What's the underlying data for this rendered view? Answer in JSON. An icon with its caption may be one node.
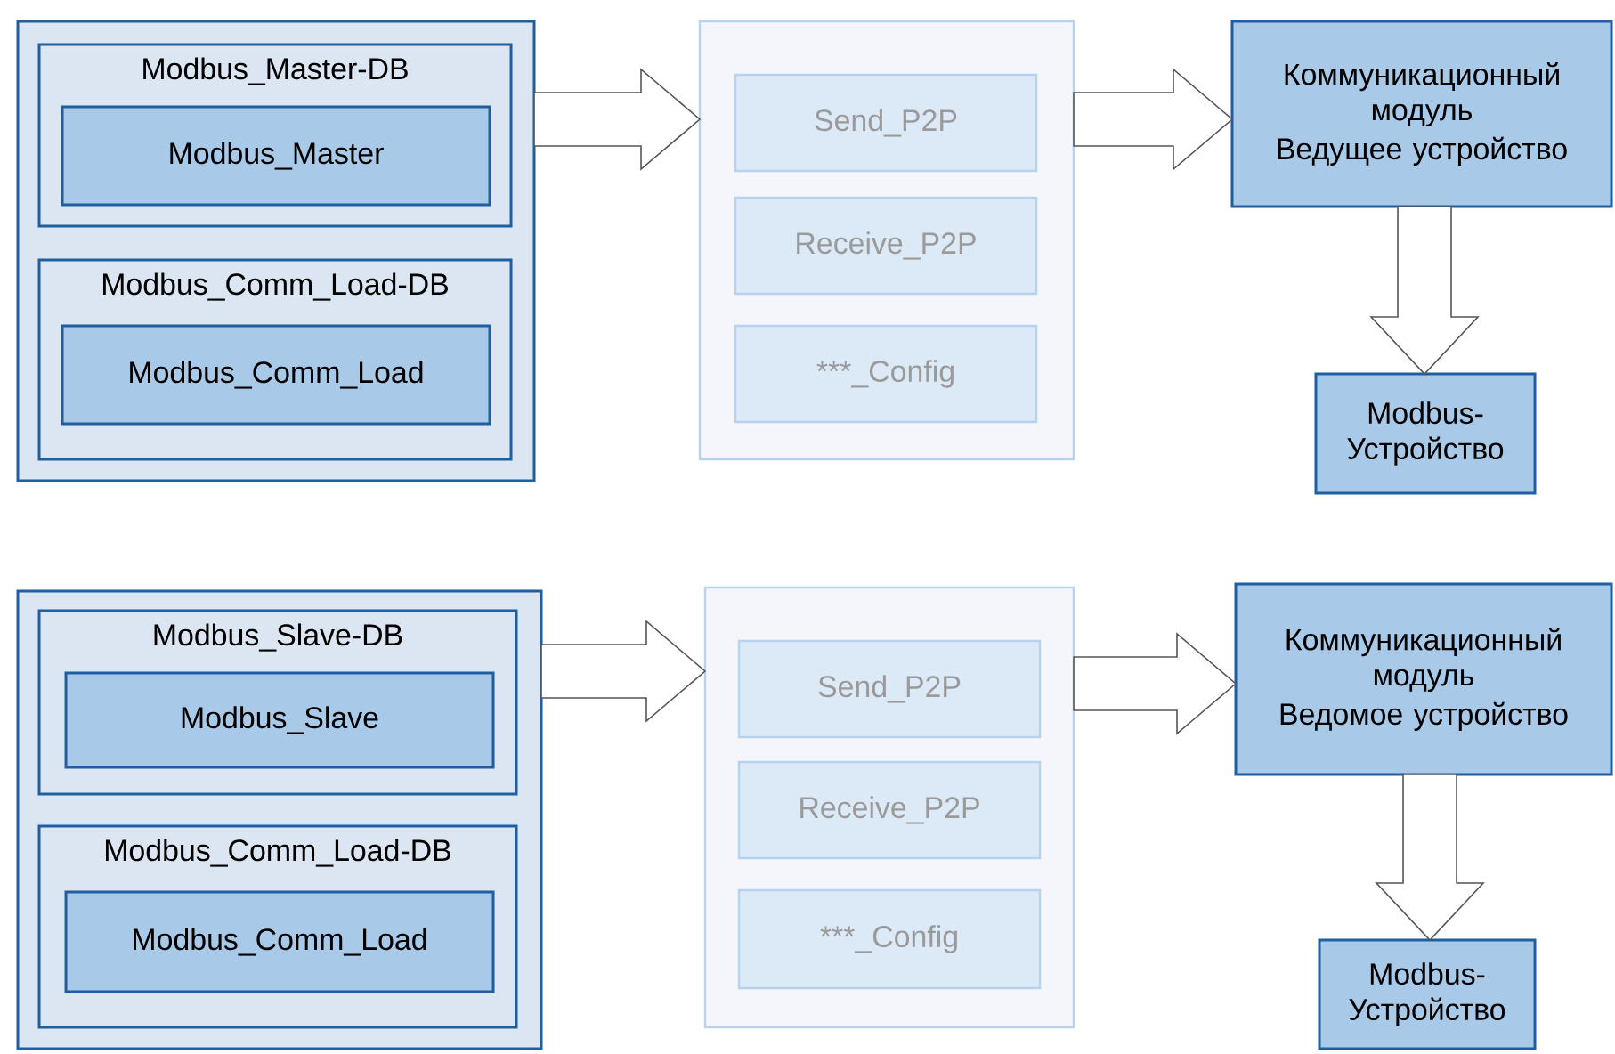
{
  "diagram": {
    "nodes": [
      {
        "text": [],
        "shape": "box"
      },
      {
        "text": [
          "Modbus_Master-DB"
        ],
        "in": 0
      },
      {
        "text": [
          "Modbus_Master"
        ],
        "in": 1
      },
      {
        "text": [
          "Modbus_Comm_Load-DB"
        ],
        "in": 0
      },
      {
        "text": [
          "Modbus_Comm_Load"
        ],
        "in": 3
      },
      {
        "text": [],
        "shape": "box"
      },
      {
        "text": [
          "Send_P2P"
        ],
        "in": 5
      },
      {
        "text": [
          "Receive_P2P"
        ],
        "in": 5
      },
      {
        "text": [
          "***_Config"
        ],
        "in": 5
      },
      {
        "text": [
          "Коммуникационный модуль",
          "Ведущее устройство"
        ]
      },
      {
        "text": [
          "Modbus- Устройство"
        ]
      },
      {
        "text": [],
        "shape": "box"
      },
      {
        "text": [
          "Modbus_Slave-DB"
        ],
        "in": 11
      },
      {
        "text": [
          "Modbus_Slave"
        ],
        "in": 12
      },
      {
        "text": [
          "Modbus_Comm_Load-DB"
        ],
        "in": 11
      },
      {
        "text": [
          "Modbus_Comm_Load"
        ],
        "in": 14
      },
      {
        "text": [],
        "shape": "box"
      },
      {
        "text": [
          "Send_P2P"
        ],
        "in": 16
      },
      {
        "text": [
          "Receive_P2P"
        ],
        "in": 16
      },
      {
        "text": [
          "***_Config"
        ],
        "in": 16
      },
      {
        "text": [
          "Коммуникационный модуль",
          "Ведомое устройство"
        ]
      },
      {
        "text": [
          "Modbus- Устройство"
        ]
      }
    ],
    "edges": [
      {
        "from": 0,
        "to": 5,
        "arrow": "to"
      },
      {
        "from": 5,
        "to": 9,
        "arrow": "to"
      },
      {
        "from": 9,
        "to": 10,
        "arrow": "to"
      },
      {
        "from": 11,
        "to": 16,
        "arrow": "to"
      },
      {
        "from": 16,
        "to": 20,
        "arrow": "to"
      },
      {
        "from": 20,
        "to": 21,
        "arrow": "to"
      }
    ]
  }
}
